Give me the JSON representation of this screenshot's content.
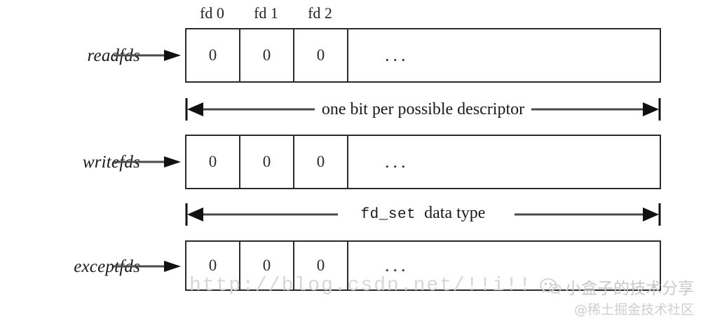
{
  "diagram": {
    "title": "fd_set data type layout for select()",
    "colors": {
      "stroke": "#2b2b2b",
      "text": "#1a1a1a",
      "arrow": "#4a4a4a",
      "watermark": "#d6d6d6",
      "background": "#ffffff"
    },
    "column_captions": [
      {
        "label": "fd 0"
      },
      {
        "label": "fd 1"
      },
      {
        "label": "fd 2"
      }
    ],
    "rows": [
      {
        "label": "readfds",
        "cells": [
          "0",
          "0",
          "0"
        ],
        "ellipsis": "..."
      },
      {
        "label": "writefds",
        "cells": [
          "0",
          "0",
          "0"
        ],
        "ellipsis": "..."
      },
      {
        "label": "exceptfds",
        "cells": [
          "0",
          "0",
          "0"
        ],
        "ellipsis": "..."
      }
    ],
    "annotations": [
      {
        "text": "one bit per possible descriptor",
        "mono_prefix": "",
        "serif_rest": "one bit per possible descriptor"
      },
      {
        "text": "fd_set data type",
        "mono_prefix": "fd_set",
        "serif_rest": "data type"
      }
    ]
  },
  "watermarks": {
    "url": "http://blog.csdn.net/!!i!!",
    "account_name": "小盒子的技术分享",
    "community": "@稀土掘金技术社区",
    "icon": "wechat-icon"
  }
}
